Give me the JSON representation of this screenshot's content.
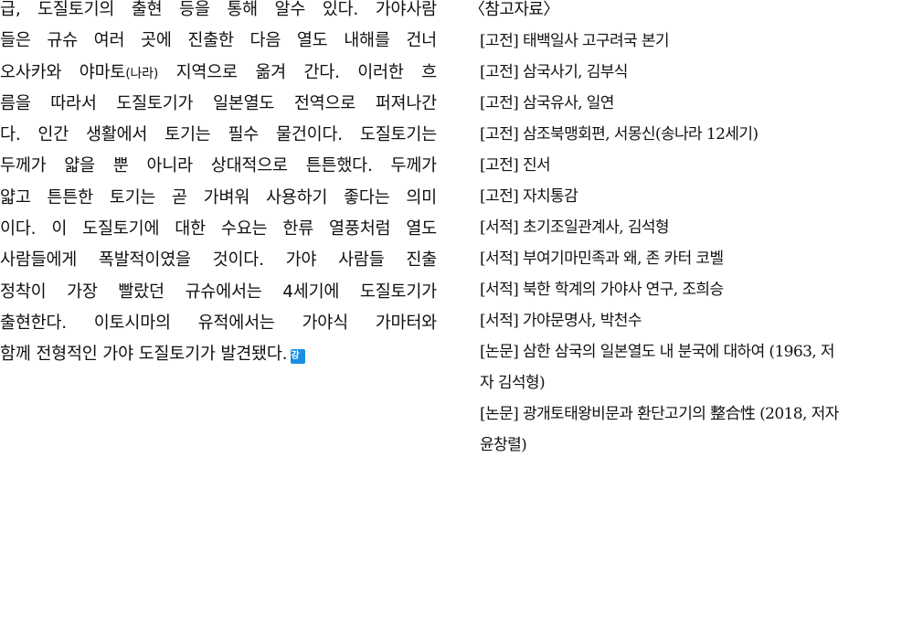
{
  "article": {
    "lines": [
      "급, 도질토기의 출현 등을 통해 알수 있다. 가야사람",
      "들은 규슈 여러 곳에 진출한 다음 열도 내해를 건너",
      "오사카와 야마토",
      "(나라)",
      " 지역으로 옮겨 간다. 이러한 흐",
      "름을 따라서 도질토기가 일본열도 전역으로 퍼져나간",
      "다. 인간 생활에서 토기는 필수 물건이다. 도질토기는",
      "두께가 얇을 뿐 아니라 상대적으로 튼튼했다. 두께가",
      "얇고 튼튼한 토기는 곧 가벼워 사용하기 좋다는 의미",
      "이다. 이 도질토기에 대한 수요는 한류 열풍처럼 열도",
      "사람들에게 폭발적이였을 것이다. 가야 사람들 진출",
      "정착이 가장 빨랐던 규슈에서는 4세기에 도질토기가",
      "출현한다. 이토시마의 유적에서는 가야식 가마터와",
      "함께 전형적인 가야 도질토기가 발견됐다."
    ],
    "end_badge": {
      "icon": "kang-badge-icon",
      "label": "강",
      "color": "#1a8fe0"
    }
  },
  "references": {
    "heading": "〈참고자료〉",
    "items": [
      {
        "lines": [
          "[고전] 태백일사 고구려국 본기"
        ]
      },
      {
        "lines": [
          "[고전] 삼국사기, 김부식"
        ]
      },
      {
        "lines": [
          "[고전] 삼국유사, 일연"
        ]
      },
      {
        "lines": [
          "[고전] 삼조북맹회편, 서몽신(송나라 12세기)"
        ]
      },
      {
        "lines": [
          "[고전] 진서"
        ]
      },
      {
        "lines": [
          "[고전] 자치통감"
        ]
      },
      {
        "lines": [
          "[서적] 초기조일관계사, 김석형"
        ]
      },
      {
        "lines": [
          "[서적] 부여기마민족과 왜, 존 카터 코벨"
        ]
      },
      {
        "lines": [
          "[서적] 북한 학계의 가야사 연구, 조희승"
        ]
      },
      {
        "lines": [
          "[서적] 가야문명사, 박천수"
        ]
      },
      {
        "lines": [
          "[논문] 삼한 삼국의 일본열도 내 분국에 대하여 (1963, 저",
          "자 김석형)"
        ]
      },
      {
        "lines": [
          "[논문] 광개토태왕비문과 환단고기의 整合性 (2018, 저자",
          "윤창렬)"
        ]
      }
    ]
  }
}
